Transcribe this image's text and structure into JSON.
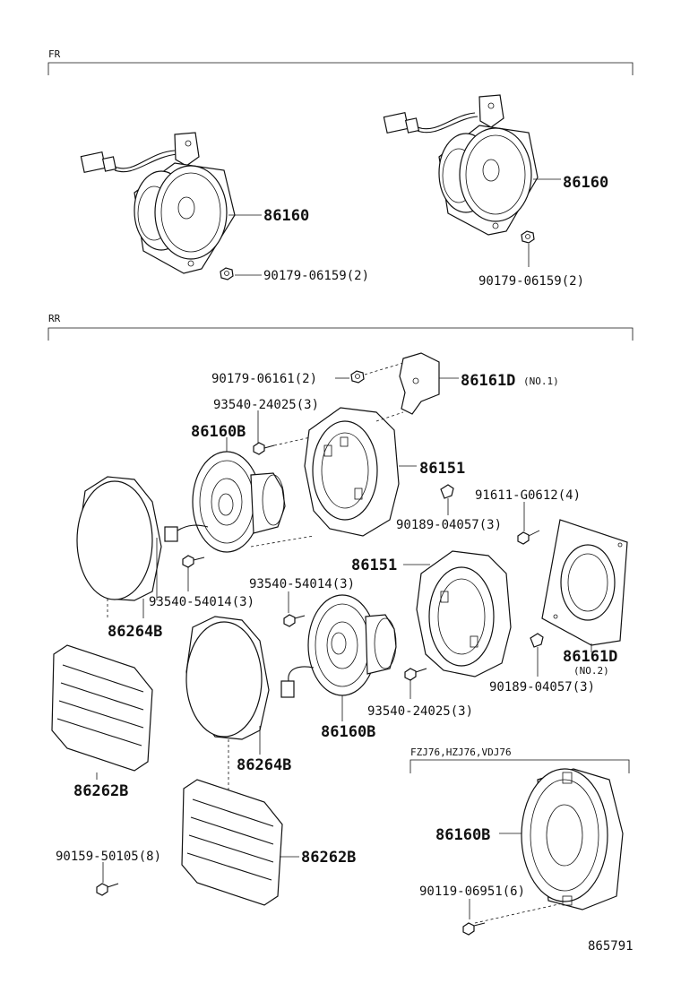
{
  "sections": {
    "front": "FR",
    "rear": "RR",
    "variant": "FZJ76,HZJ76,VDJ76"
  },
  "labels": {
    "fr_speaker_left": "86160",
    "fr_speaker_right": "86160",
    "fr_nut_left": "90179-06159(2)",
    "fr_nut_right": "90179-06159(2)",
    "rr_nut_top": "90179-06161(2)",
    "bracket_no1": "86161D",
    "bracket_no1_note": "(NO.1)",
    "screw_top": "93540-24025(3)",
    "speaker_rear_top": "86160B",
    "spacer_top": "86151",
    "clip_right": "91611-G0612(4)",
    "clip_mid": "90189-04057(3)",
    "spacer_bottom": "86151",
    "screw_mid_left": "93540-54014(3)",
    "screw_mid_center": "93540-54014(3)",
    "cover_top": "86264B",
    "bracket_no2": "86161D",
    "bracket_no2_note": "(NO.2)",
    "clip_bottom": "90189-04057(3)",
    "screw_bottom": "93540-24025(3)",
    "speaker_rear_bottom": "86160B",
    "cover_bottom": "86264B",
    "grille_left": "86262B",
    "grille_right": "86262B",
    "screw_grille": "90159-50105(8)",
    "speaker_variant": "86160B",
    "screw_variant": "90119-06951(6)",
    "diagram_id": "865791"
  }
}
